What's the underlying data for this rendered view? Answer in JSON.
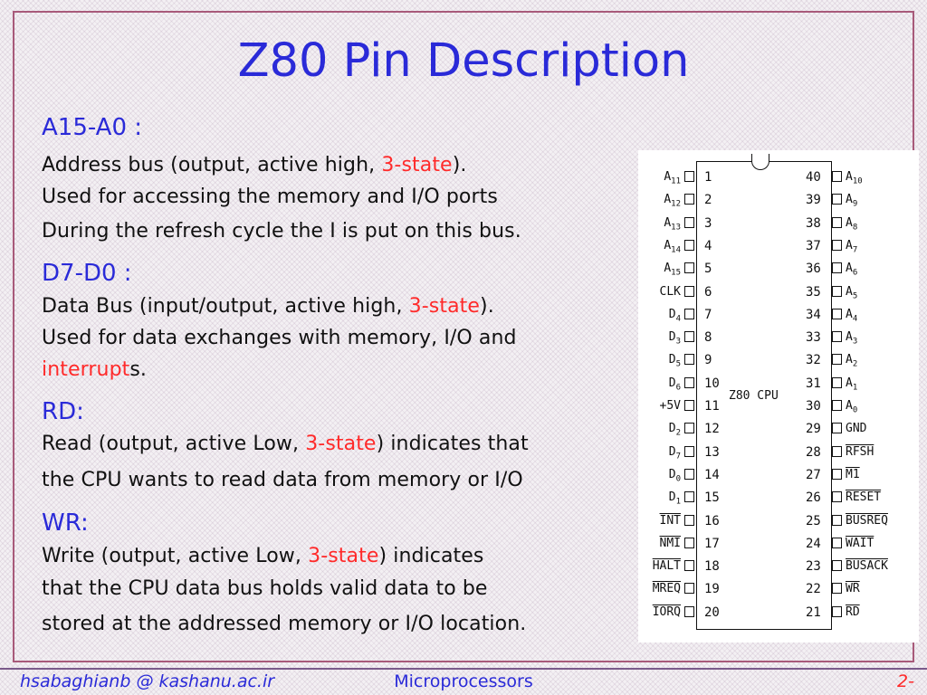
{
  "slide": {
    "title": "Z80 Pin Description"
  },
  "sections": [
    {
      "heading": "A15-A0 :",
      "lines": [
        [
          {
            "t": "Address bus (output, active high, "
          },
          {
            "t": "3-state",
            "red": true
          },
          {
            "t": ")."
          }
        ],
        [
          {
            "t": "Used for accessing the memory and I/O ports"
          }
        ],
        [
          {
            "t": "During the refresh cycle the I is put on this bus."
          }
        ]
      ]
    },
    {
      "heading": "D7-D0 :",
      "lines": [
        [
          {
            "t": "Data Bus (input/output, active high, "
          },
          {
            "t": "3-state",
            "red": true
          },
          {
            "t": ")."
          }
        ],
        [
          {
            "t": "Used for data exchanges with memory, I/O and"
          }
        ],
        [
          {
            "t": "interrupt",
            "red": true
          },
          {
            "t": "s."
          }
        ]
      ]
    },
    {
      "heading": "RD:",
      "lines": [
        [
          {
            "t": "Read (output, active Low, "
          },
          {
            "t": "3-state",
            "red": true
          },
          {
            "t": ") indicates that"
          }
        ],
        [
          {
            "t": "the CPU wants to read data from memory or I/O"
          }
        ]
      ]
    },
    {
      "heading": "WR:",
      "lines": [
        [
          {
            "t": "Write (output, active Low, "
          },
          {
            "t": "3-state",
            "red": true
          },
          {
            "t": ") indicates"
          }
        ],
        [
          {
            "t": "that the CPU data bus holds valid data to be"
          }
        ],
        [
          {
            "t": "stored at the addressed memory or I/O location."
          }
        ]
      ]
    }
  ],
  "chip": {
    "label": "Z80 CPU",
    "left_pins": [
      {
        "num": "1",
        "name": "A11",
        "over": false
      },
      {
        "num": "2",
        "name": "A12",
        "over": false
      },
      {
        "num": "3",
        "name": "A13",
        "over": false
      },
      {
        "num": "4",
        "name": "A14",
        "over": false
      },
      {
        "num": "5",
        "name": "A15",
        "over": false
      },
      {
        "num": "6",
        "name": "CLK",
        "over": false
      },
      {
        "num": "7",
        "name": "D4",
        "over": false
      },
      {
        "num": "8",
        "name": "D3",
        "over": false
      },
      {
        "num": "9",
        "name": "D5",
        "over": false
      },
      {
        "num": "10",
        "name": "D6",
        "over": false
      },
      {
        "num": "11",
        "name": "+5V",
        "over": false
      },
      {
        "num": "12",
        "name": "D2",
        "over": false
      },
      {
        "num": "13",
        "name": "D7",
        "over": false
      },
      {
        "num": "14",
        "name": "D0",
        "over": false
      },
      {
        "num": "15",
        "name": "D1",
        "over": false
      },
      {
        "num": "16",
        "name": "INT",
        "over": true
      },
      {
        "num": "17",
        "name": "NMI",
        "over": true
      },
      {
        "num": "18",
        "name": "HALT",
        "over": true
      },
      {
        "num": "19",
        "name": "MREQ",
        "over": true
      },
      {
        "num": "20",
        "name": "IORQ",
        "over": true
      }
    ],
    "right_pins": [
      {
        "num": "40",
        "name": "A10",
        "over": false
      },
      {
        "num": "39",
        "name": "A9",
        "over": false
      },
      {
        "num": "38",
        "name": "A8",
        "over": false
      },
      {
        "num": "37",
        "name": "A7",
        "over": false
      },
      {
        "num": "36",
        "name": "A6",
        "over": false
      },
      {
        "num": "35",
        "name": "A5",
        "over": false
      },
      {
        "num": "34",
        "name": "A4",
        "over": false
      },
      {
        "num": "33",
        "name": "A3",
        "over": false
      },
      {
        "num": "32",
        "name": "A2",
        "over": false
      },
      {
        "num": "31",
        "name": "A1",
        "over": false
      },
      {
        "num": "30",
        "name": "A0",
        "over": false
      },
      {
        "num": "29",
        "name": "GND",
        "over": false
      },
      {
        "num": "28",
        "name": "RFSH",
        "over": true
      },
      {
        "num": "27",
        "name": "M1",
        "over": true
      },
      {
        "num": "26",
        "name": "RESET",
        "over": true
      },
      {
        "num": "25",
        "name": "BUSREQ",
        "over": true
      },
      {
        "num": "24",
        "name": "WAIT",
        "over": true
      },
      {
        "num": "23",
        "name": "BUSACK",
        "over": true
      },
      {
        "num": "22",
        "name": "WR",
        "over": true
      },
      {
        "num": "21",
        "name": "RD",
        "over": true
      }
    ]
  },
  "footer": {
    "left": "hsabaghianb @ kashanu.ac.ir",
    "center": "Microprocessors",
    "right": "2-"
  },
  "colors": {
    "title": "#2a2ad8",
    "accent_red": "#ff2a2a",
    "frame": "#a85a7a"
  }
}
